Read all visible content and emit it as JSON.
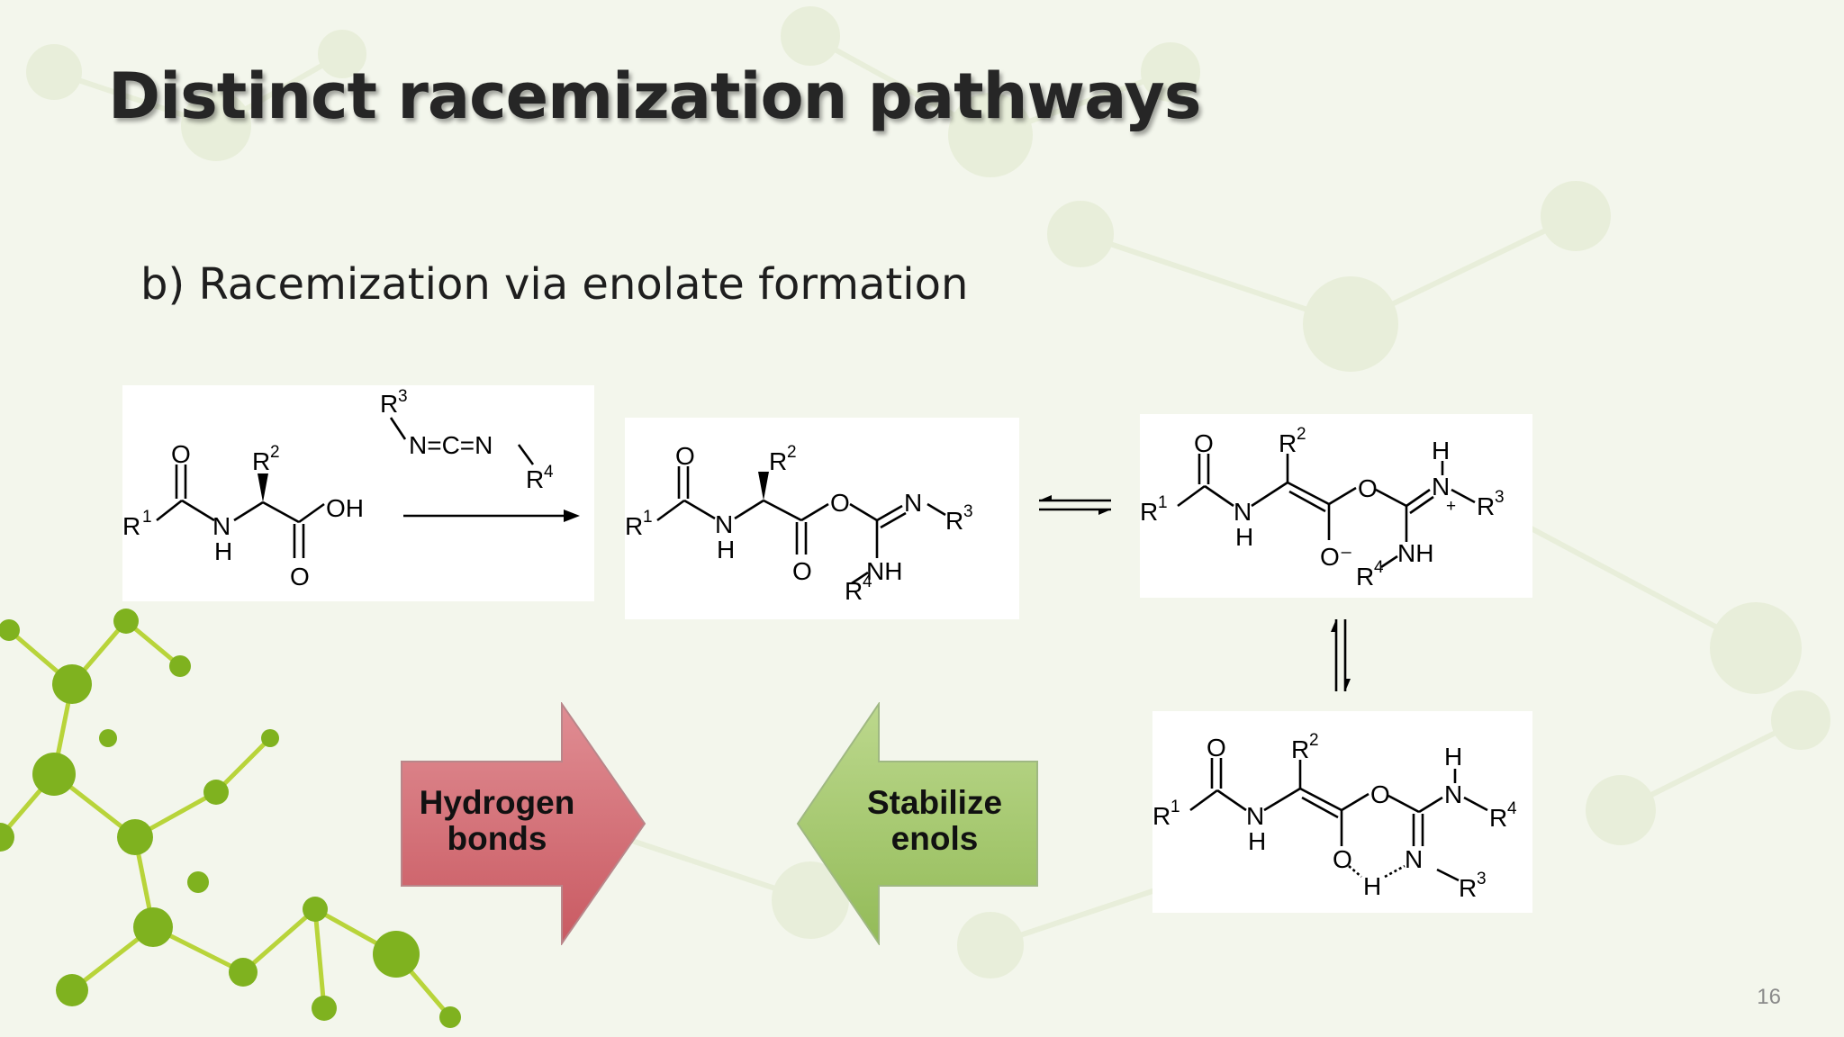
{
  "slide": {
    "title": "Distinct racemization pathways",
    "subtitle": "b) Racemization via enolate formation",
    "page_number": "16"
  },
  "scheme": {
    "reagent": {
      "r3": "R",
      "r3_sup": "3",
      "formula": "N=C=N",
      "r4": "R",
      "r4_sup": "4"
    },
    "labels": {
      "O": "O",
      "OH": "OH",
      "N": "N",
      "H": "H",
      "NH": "NH",
      "O_minus": "O⁻",
      "plus": "+",
      "R": "R",
      "s1": "1",
      "s2": "2",
      "s3": "3",
      "s4": "4"
    }
  },
  "arrows": {
    "hydrogen": {
      "line1": "Hydrogen",
      "line2": "bonds",
      "color": "#d9757c"
    },
    "stabilize": {
      "line1": "Stabilize",
      "line2": "enols",
      "color": "#a6c86f"
    }
  }
}
